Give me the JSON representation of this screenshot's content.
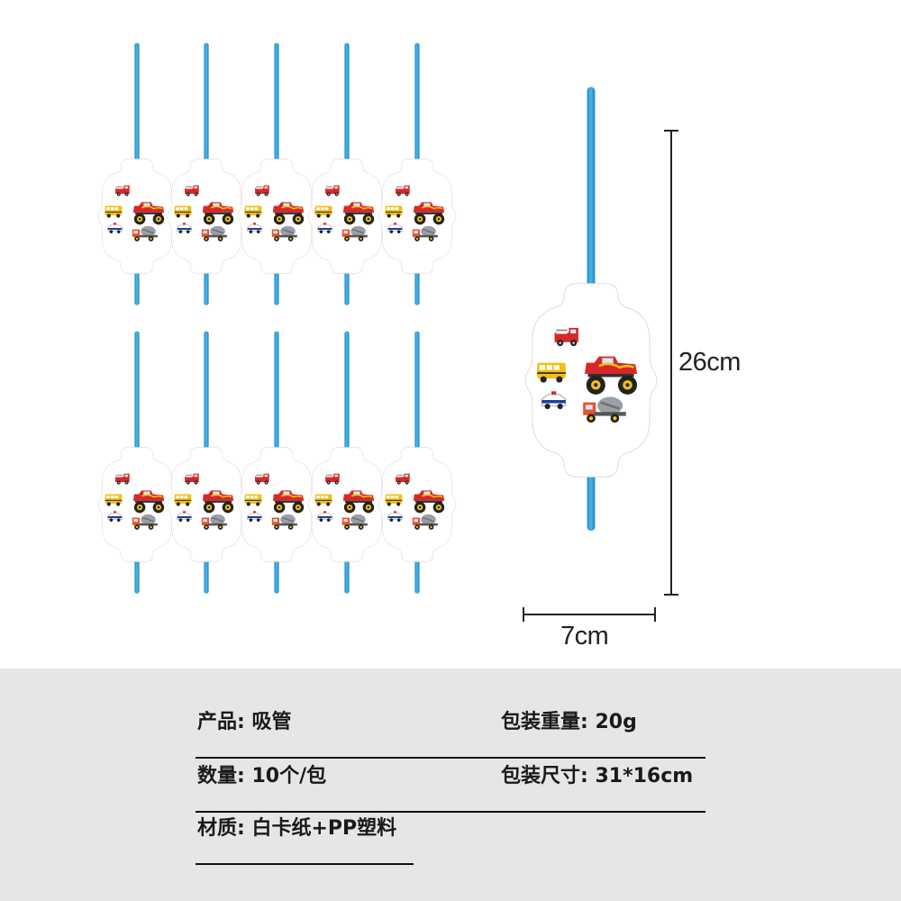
{
  "dimensions": {
    "height": "26cm",
    "width": "7cm"
  },
  "product": {
    "count_shown": 10,
    "straw_color": "#3aa6dc",
    "card_color": "#ffffff"
  },
  "specs": {
    "product_label": "产品:",
    "product_value": "吸管",
    "weight_label": "包装重量:",
    "weight_value": "20g",
    "quantity_label": "数量:",
    "quantity_value": "10个/包",
    "size_label": "包装尺寸:",
    "size_value": "31*16cm",
    "material_label": "材质:",
    "material_value": "白卡纸+PP塑料"
  },
  "colors": {
    "panel_bg": "#e6e6e6",
    "text": "#1a1a1a"
  }
}
